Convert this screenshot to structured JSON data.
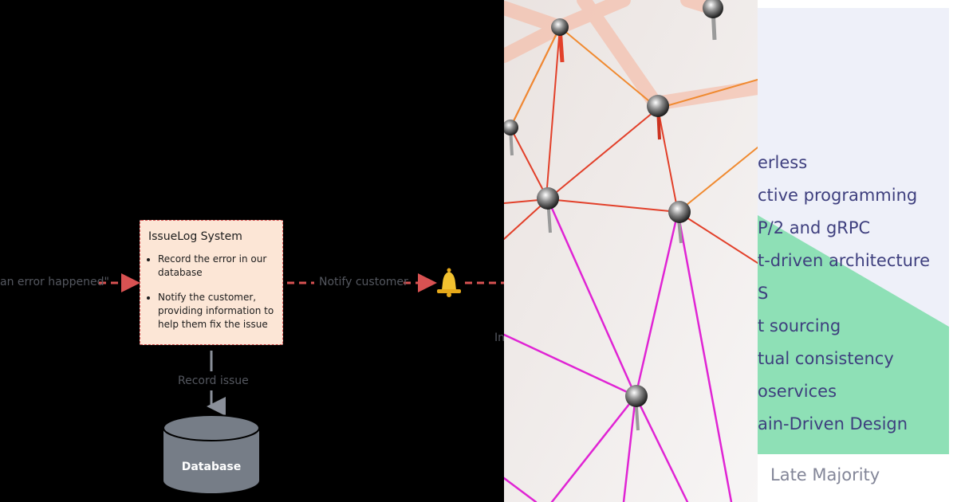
{
  "diagram": {
    "input_label": "an error happened\"",
    "box": {
      "title": "IssueLog System",
      "bullets": [
        "Record the error in our database",
        "Notify the customer, providing information to help them fix the issue"
      ]
    },
    "notify_label": "Notify customer",
    "record_label": "Record issue",
    "database_label": "Database",
    "partial_label": "In",
    "bell_icon": "bell-icon",
    "colors": {
      "arrow": "#d85252",
      "box_fill": "#fce6d6",
      "muted": "#54575f",
      "database": "#767d87"
    }
  },
  "photo": {
    "colors": {
      "red": "#e2402a",
      "orange": "#f08a30",
      "magenta": "#e024d4"
    }
  },
  "slide": {
    "items": [
      "erless",
      "ctive programming",
      "P/2 and gRPC",
      "t-driven architecture",
      "S",
      "t sourcing",
      "tual consistency",
      "oservices",
      "ain-Driven Design"
    ],
    "footer": "Late Majority",
    "colors": {
      "text": "#3e3f7e",
      "band": "#8ee0b6",
      "bg": "#eef0f9"
    }
  }
}
